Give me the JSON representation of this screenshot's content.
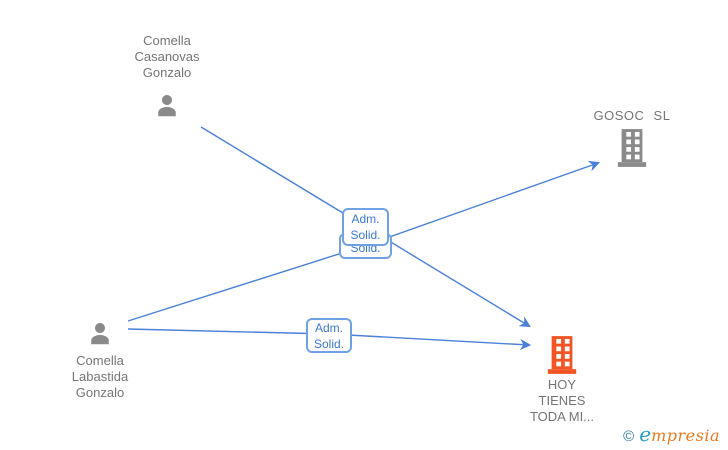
{
  "nodes": {
    "person_top": {
      "type": "person",
      "line1": "Comella",
      "line2": "Casanovas",
      "line3": "Gonzalo"
    },
    "person_bottom": {
      "type": "person",
      "line1": "Comella",
      "line2": "Labastida",
      "line3": "Gonzalo"
    },
    "company_gosoc": {
      "type": "company",
      "label": "GOSOC SL"
    },
    "company_hoy": {
      "type": "company",
      "line1": "HOY",
      "line2": "TIENES",
      "line3": "TODA MI..."
    }
  },
  "edge_labels": {
    "box_top": {
      "line1": "Adm.",
      "line2": "Solid."
    },
    "box_behind": {
      "line1": "Solid."
    },
    "box_bottom": {
      "line1": "Adm.",
      "line2": "Solid."
    }
  },
  "edges": [
    {
      "from": "Comella Casanovas Gonzalo",
      "to": "HOY TIENES TODA MI...",
      "label": "Adm. Solid."
    },
    {
      "from": "Comella Labastida Gonzalo",
      "to": "GOSOC SL",
      "label": "Solid."
    },
    {
      "from": "Comella Labastida Gonzalo",
      "to": "HOY TIENES TODA MI...",
      "label": "Adm. Solid."
    }
  ],
  "footer": {
    "copyright_symbol": "©",
    "brand_initial": "e",
    "brand_rest": "mpresia"
  },
  "icons": {
    "person": "person-icon",
    "company": "building-icon"
  },
  "colors": {
    "edge_blue": "#4a80d8",
    "label_box_border": "#70a1e5",
    "label_box_text": "#3c78d4",
    "node_icon_gray": "#8a8a8a",
    "node_text_gray": "#757575",
    "highlight_company_orange": "#f35424",
    "logo_teal": "#2e7d9c",
    "logo_cyan": "#2a9fc4",
    "logo_orange": "#e87a1e"
  }
}
